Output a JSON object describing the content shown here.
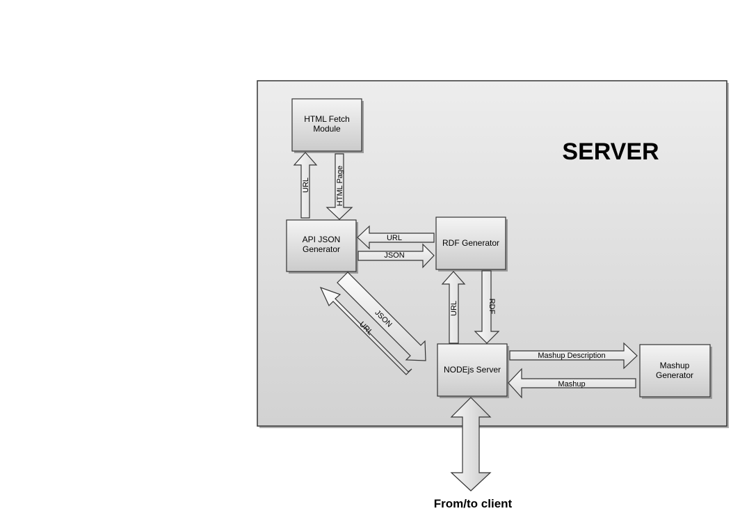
{
  "container": {
    "title": "SERVER"
  },
  "nodes": {
    "html_fetch": {
      "line1": "HTML Fetch",
      "line2": "Module"
    },
    "api_json": {
      "line1": "API JSON",
      "line2": "Generator"
    },
    "rdf_generator": {
      "line1": "RDF Generator"
    },
    "nodejs_server": {
      "line1": "NODEjs Server"
    },
    "mashup_generator": {
      "line1": "Mashup",
      "line2": "Generator"
    }
  },
  "edges": {
    "api_to_fetch_url": "URL",
    "fetch_to_api_html_page": "HTML Page",
    "rdf_to_api_url": "URL",
    "api_to_rdf_json": "JSON",
    "api_to_node_json": "JSON",
    "node_to_api_url": "URL",
    "node_to_rdf_url": "URL",
    "rdf_to_node_rdf": "RDF",
    "node_to_mashup_description": "Mashup Description",
    "mashup_to_node": "Mashup"
  },
  "client": {
    "label": "From/to client"
  }
}
